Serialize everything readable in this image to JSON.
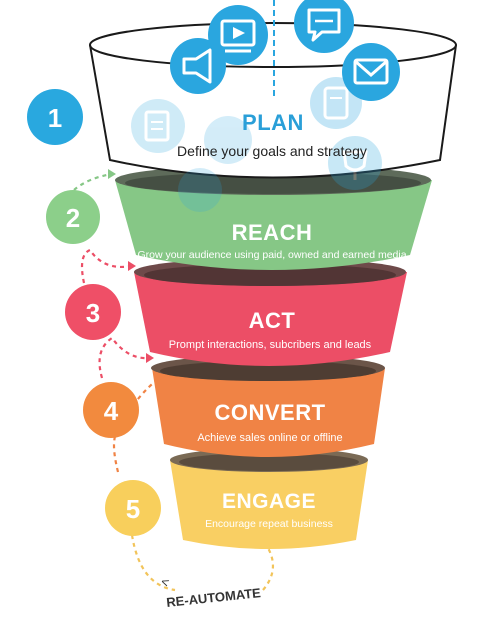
{
  "stages": [
    {
      "number": "1",
      "title": "PLAN",
      "subtitle": "Define your goals and strategy",
      "color": "#ffffff",
      "title_color": "#2a9fd8",
      "text_color": "#222222",
      "circle_color": "#29a8df"
    },
    {
      "number": "2",
      "title": "REACH",
      "subtitle": "Grow your audience using paid, owned and earned media",
      "color": "#86c786",
      "title_color": "#ffffff",
      "text_color": "#ffffff",
      "circle_color": "#8ccf8a"
    },
    {
      "number": "3",
      "title": "ACT",
      "subtitle": "Prompt interactions, subcribers and leads",
      "color": "#ec4e66",
      "title_color": "#ffffff",
      "text_color": "#ffffff",
      "circle_color": "#ef4f67"
    },
    {
      "number": "4",
      "title": "CONVERT",
      "subtitle": "Achieve sales online or offline",
      "color": "#f08345",
      "title_color": "#ffffff",
      "text_color": "#ffffff",
      "circle_color": "#f28a3e"
    },
    {
      "number": "5",
      "title": "ENGAGE",
      "subtitle": "Encourage repeat business",
      "color": "#f9cf63",
      "title_color": "#ffffff",
      "text_color": "#ffffff",
      "circle_color": "#f8cf5c"
    }
  ],
  "loop_label": "RE-AUTOMATE",
  "colors": {
    "blue": "#2aa6df",
    "rim": "#1a1a1a",
    "loop": "#f2c45a"
  },
  "icons": [
    "video-icon",
    "chat-icon",
    "megaphone-icon",
    "mail-icon",
    "document-icon",
    "tablet-icon",
    "trophy-icon"
  ]
}
